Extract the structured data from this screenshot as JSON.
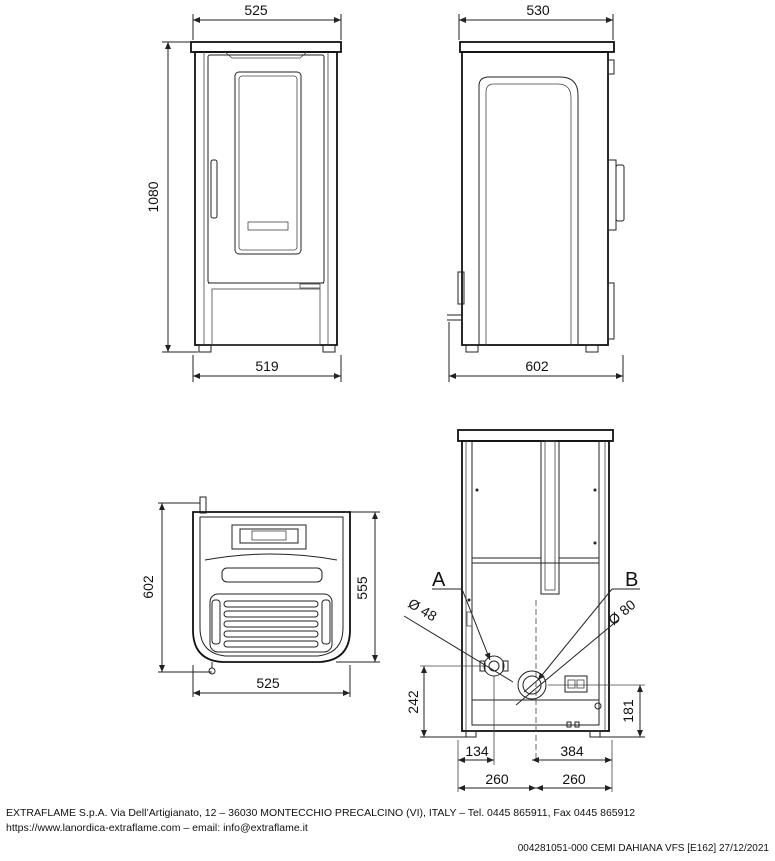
{
  "dimensions": {
    "front_top_width": "525",
    "front_height": "1080",
    "front_bottom_width": "519",
    "side_top_width": "530",
    "side_bottom_width": "602",
    "top_depth": "602",
    "top_inner_depth": "555",
    "top_width": "525",
    "rear_diam_a": "Ø 48",
    "rear_diam_b": "Ø 80",
    "rear_height_a": "242",
    "rear_height_b": "181",
    "rear_offset_a": "134",
    "rear_offset_b": "384",
    "rear_half_left": "260",
    "rear_half_right": "260"
  },
  "labels": {
    "outlet_a": "A",
    "outlet_b": "B"
  },
  "footer": {
    "company_line": "EXTRAFLAME S.p.A. Via Dell’Artigianato, 12 – 36030 MONTECCHIO PRECALCINO (VI), ITALY – Tel. 0445 865911,  Fax  0445 865912",
    "web_line": "https://www.lanordica-extraflame.com – email: info@extraflame.it",
    "doc_code": "004281051-000 CEMI DAHIANA VFS [E162] 27/12/2021"
  }
}
